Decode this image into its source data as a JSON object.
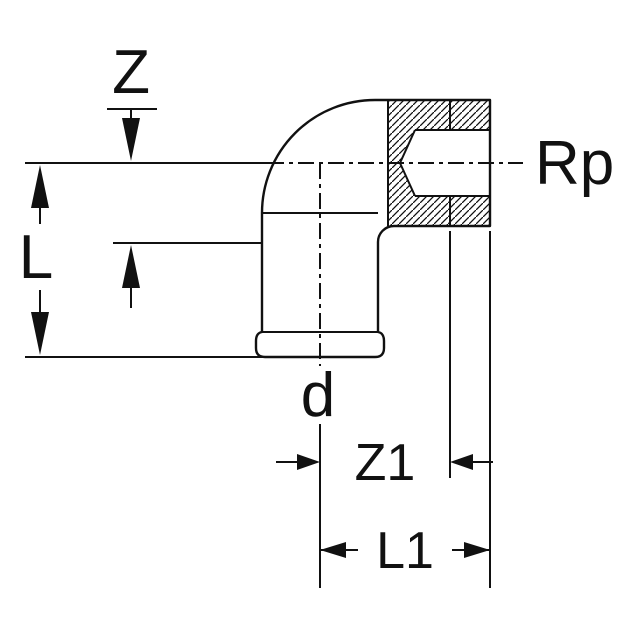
{
  "page": {
    "background": "#ffffff"
  },
  "diagram": {
    "type": "technical-dimension-drawing",
    "subject": "90-degree elbow pipe fitting with press socket and Rp female thread, shown with dimension lines",
    "line_color": "#111111",
    "labels": {
      "z": "Z",
      "l": "L",
      "d": "d",
      "rp": "Rp",
      "z1": "Z1",
      "l1": "L1"
    }
  }
}
